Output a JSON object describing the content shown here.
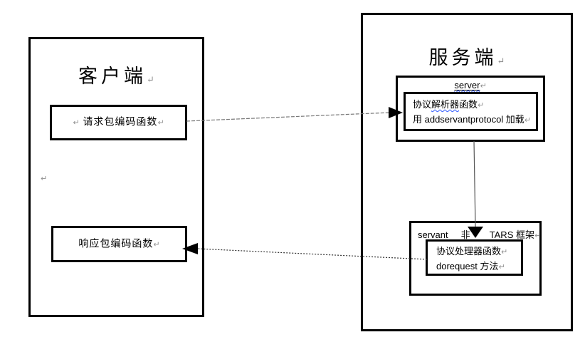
{
  "marks": {
    "return": "↵"
  },
  "colors": {
    "box_border": "#000000",
    "wavy_underline": "#2e58ff",
    "return_mark": "#909090",
    "connector": "#555555",
    "arrowhead": "#000000"
  },
  "client": {
    "title": "客户端",
    "request_label": "请求包编码函数",
    "response_label": "响应包编码函数"
  },
  "server": {
    "title": "服务端",
    "group_label": "server",
    "parser": {
      "line1_pre": "协议",
      "line1_wavy": "解析器",
      "line1_post": "函数",
      "line2": "用 addservantprotocol 加载"
    },
    "servant": {
      "label_servant": "servant",
      "label_fei": "非",
      "label_tars": "TARS 框架",
      "line1": "协议处理器函数",
      "line2": "dorequest 方法"
    }
  }
}
